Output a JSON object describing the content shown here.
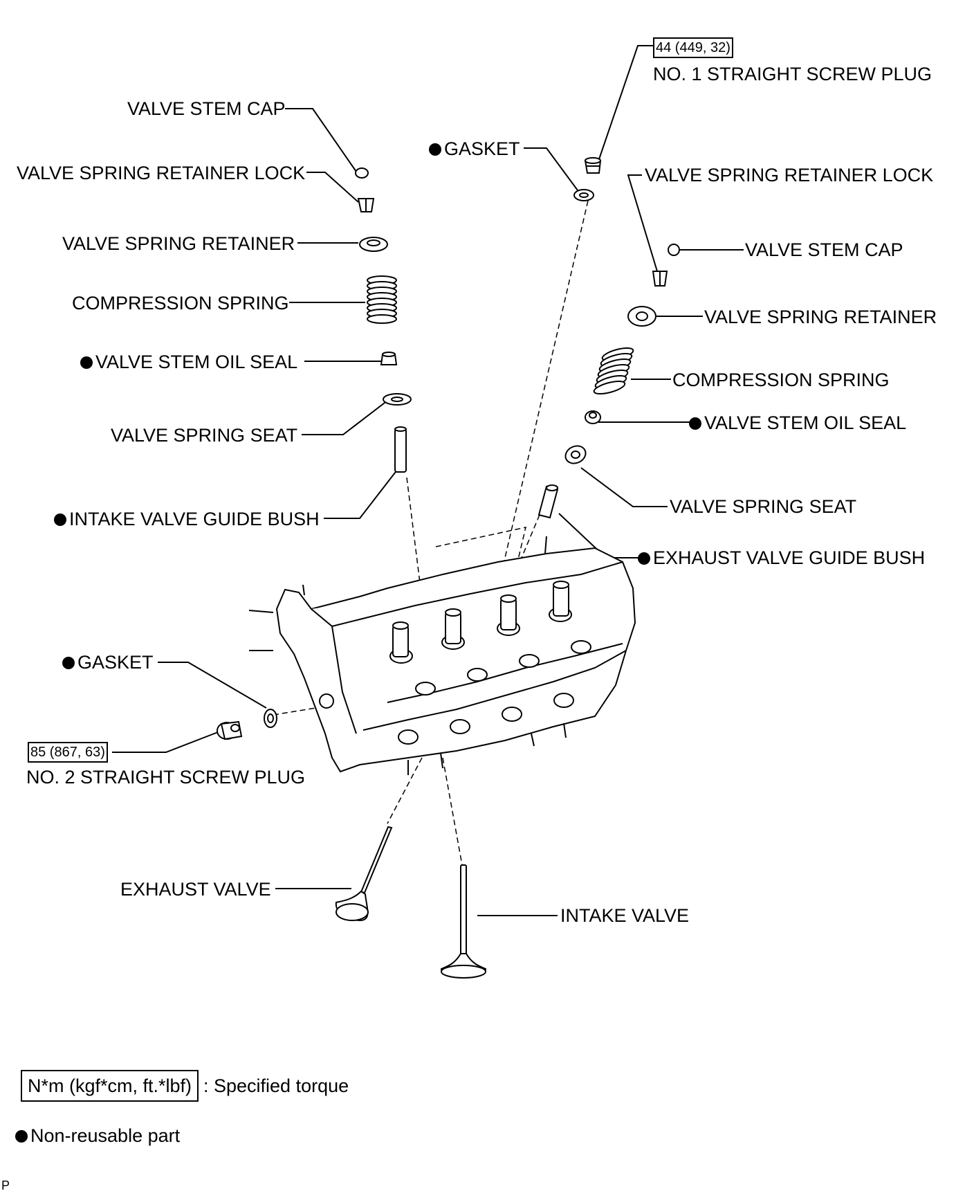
{
  "torque_1": "44 (449, 32)",
  "torque_2": "85 (867, 63)",
  "labels": {
    "left_valve_stem_cap": "VALVE STEM CAP",
    "left_retainer_lock": "VALVE SPRING RETAINER LOCK",
    "left_spring_retainer": "VALVE SPRING RETAINER",
    "left_compression_spring": "COMPRESSION SPRING",
    "left_oil_seal": "VALVE STEM OIL SEAL",
    "left_spring_seat": "VALVE SPRING SEAT",
    "intake_guide_bush": "INTAKE VALVE GUIDE BUSH",
    "top_gasket": "GASKET",
    "plug_1": "NO. 1 STRAIGHT SCREW PLUG",
    "right_retainer_lock": "VALVE SPRING RETAINER LOCK",
    "right_valve_stem_cap": "VALVE STEM CAP",
    "right_spring_retainer": "VALVE SPRING RETAINER",
    "right_compression_spring": "COMPRESSION SPRING",
    "right_oil_seal": "VALVE STEM OIL SEAL",
    "right_spring_seat": "VALVE SPRING SEAT",
    "exhaust_guide_bush": "EXHAUST VALVE GUIDE BUSH",
    "left_gasket": "GASKET",
    "plug_2": "NO. 2 STRAIGHT SCREW PLUG",
    "exhaust_valve": "EXHAUST VALVE",
    "intake_valve": "INTAKE VALVE"
  },
  "legend": {
    "torque_unit": "N*m (kgf*cm, ft.*lbf)",
    "torque_desc": ": Specified torque",
    "non_reusable": "Non-reusable part"
  },
  "corner_mark": "P"
}
